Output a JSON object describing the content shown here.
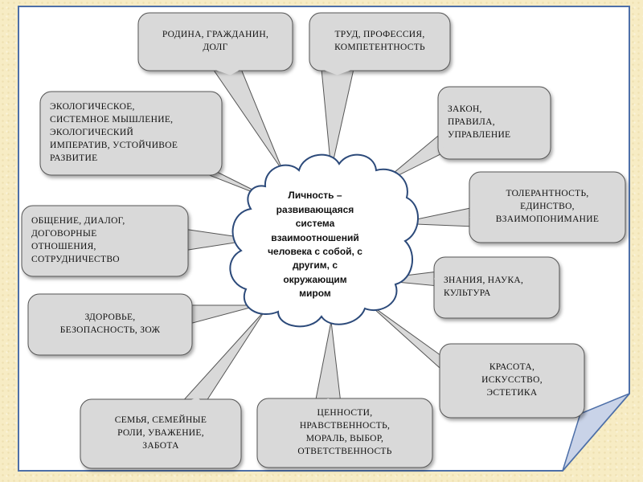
{
  "center": {
    "text": "Личность –\nразвивающаяся\nсистема\nвзаимоотношений\nчеловека с собой, с\nдругим, с\nокружающим\nмиром"
  },
  "bubbles": {
    "homeland": "РОДИНА, ГРАЖДАНИН,\nДОЛГ",
    "labor": "ТРУД, ПРОФЕССИЯ,\nКОМПЕТЕНТНОСТЬ",
    "ecology": "ЭКОЛОГИЧЕСКОЕ,\nСИСТЕМНОЕ МЫШЛЕНИЕ,\nЭКОЛОГИЧЕСКИЙ\nИМПЕРАТИВ, УСТОЙЧИВОЕ\nРАЗВИТИЕ",
    "law": "ЗАКОН,\nПРАВИЛА,\nУПРАВЛЕНИЕ",
    "tolerance": "ТОЛЕРАНТНОСТЬ,\nЕДИНСТВО,\nВЗАИМОПОНИМАНИЕ",
    "communication": "ОБЩЕНИЕ, ДИАЛОГ,\nДОГОВОРНЫЕ\nОТНОШЕНИЯ,\nСОТРУДНИЧЕСТВО",
    "knowledge": "ЗНАНИЯ, НАУКА,\nКУЛЬТУРА",
    "health": "ЗДОРОВЬЕ,\nБЕЗОПАСНОСТЬ, ЗОЖ",
    "beauty": "КРАСОТА,\nИСКУССТВО,\nЭСТЕТИКА",
    "family": "СЕМЬЯ, СЕМЕЙНЫЕ\nРОЛИ, УВАЖЕНИЕ,\nЗАБОТА",
    "values": "ЦЕННОСТИ,\nНРАВСТВЕННОСТЬ,\nМОРАЛЬ, ВЫБОР,\nОТВЕТСТВЕННОСТЬ"
  },
  "colors": {
    "bubble_fill": "#d9d9d9",
    "bubble_stroke": "#555555",
    "cloud_fill": "#ffffff",
    "cloud_stroke": "#2c4a7a",
    "frame_stroke": "#4d6fa8",
    "page_fill": "#ffffff",
    "fold_fill": "#c9d3e8"
  }
}
